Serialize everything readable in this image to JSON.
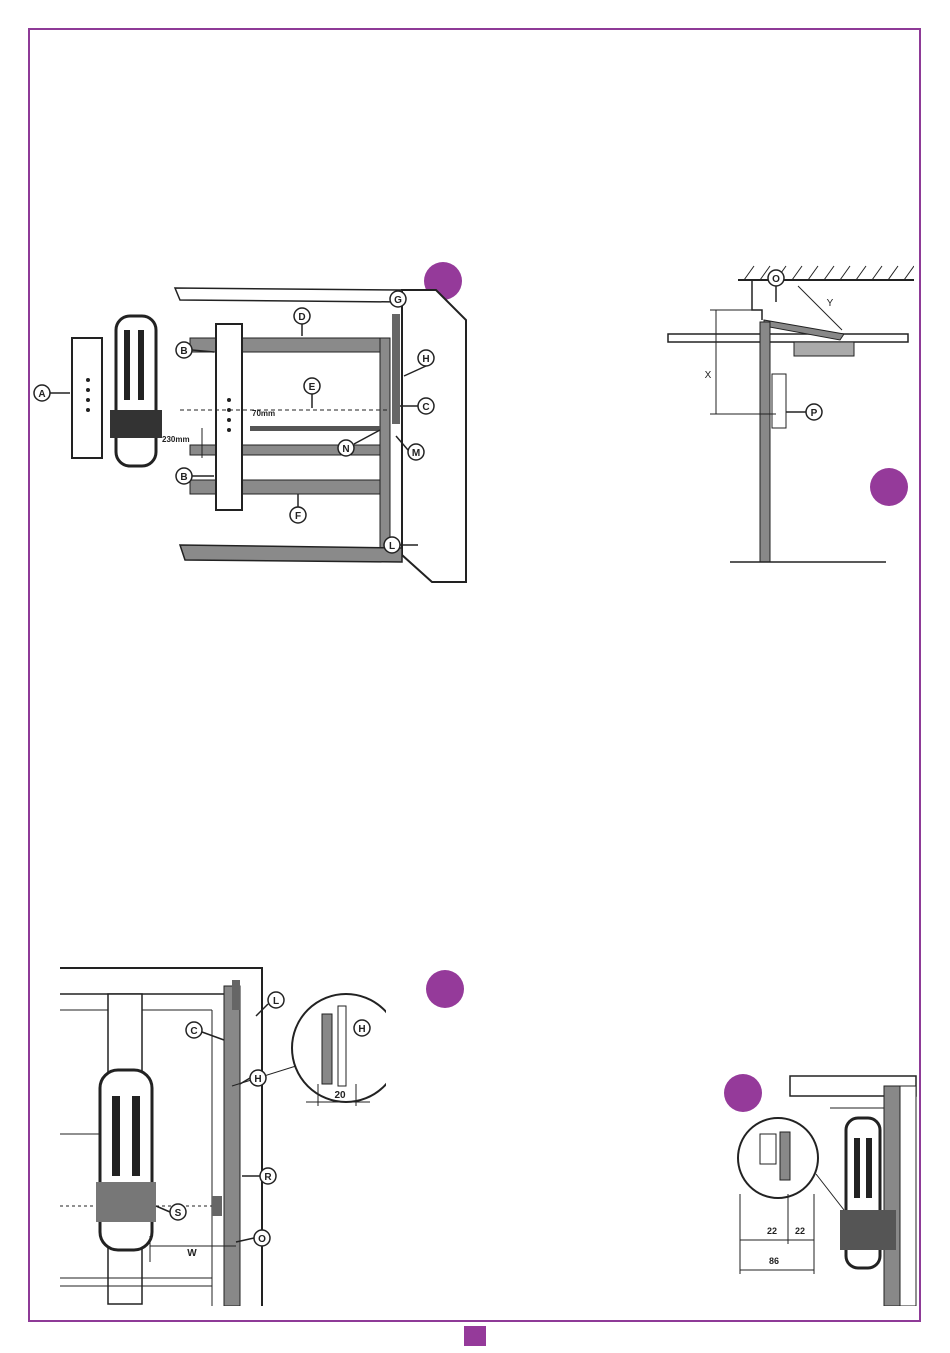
{
  "colors": {
    "accent": "#953a9a",
    "frame": "#8e3a97",
    "line": "#2a2a2a",
    "fill": "#8a8a8a"
  },
  "figures": [
    {
      "id": "fig1",
      "callouts": [
        "A",
        "B",
        "B",
        "C",
        "D",
        "E",
        "F",
        "G",
        "H",
        "L",
        "M",
        "N"
      ],
      "dimensions": [
        "70mm",
        "230mm"
      ]
    },
    {
      "id": "fig2",
      "callouts": [
        "O",
        "P"
      ],
      "dimensions": [
        "X",
        "Y"
      ]
    },
    {
      "id": "fig3",
      "callouts": [
        "C",
        "H",
        "H",
        "L",
        "R",
        "S",
        "O"
      ],
      "dimensions": [
        "W",
        "20"
      ]
    },
    {
      "id": "fig4",
      "callouts": [],
      "dimensions": [
        "22",
        "22",
        "86"
      ]
    }
  ],
  "labels": {
    "f1": {
      "a": "A",
      "b1": "B",
      "b2": "B",
      "c": "C",
      "d": "D",
      "e": "E",
      "f": "F",
      "g": "G",
      "h": "H",
      "l": "L",
      "m": "M",
      "n": "N",
      "dim70": "70mm",
      "dim230": "230mm"
    },
    "f2": {
      "o": "O",
      "p": "P",
      "x": "X",
      "y": "Y"
    },
    "f3": {
      "c": "C",
      "h1": "H",
      "h2": "H",
      "l": "L",
      "r": "R",
      "s": "S",
      "o": "O",
      "w": "W",
      "d20": "20"
    },
    "f4": {
      "d22a": "22",
      "d22b": "22",
      "d86": "86"
    }
  }
}
